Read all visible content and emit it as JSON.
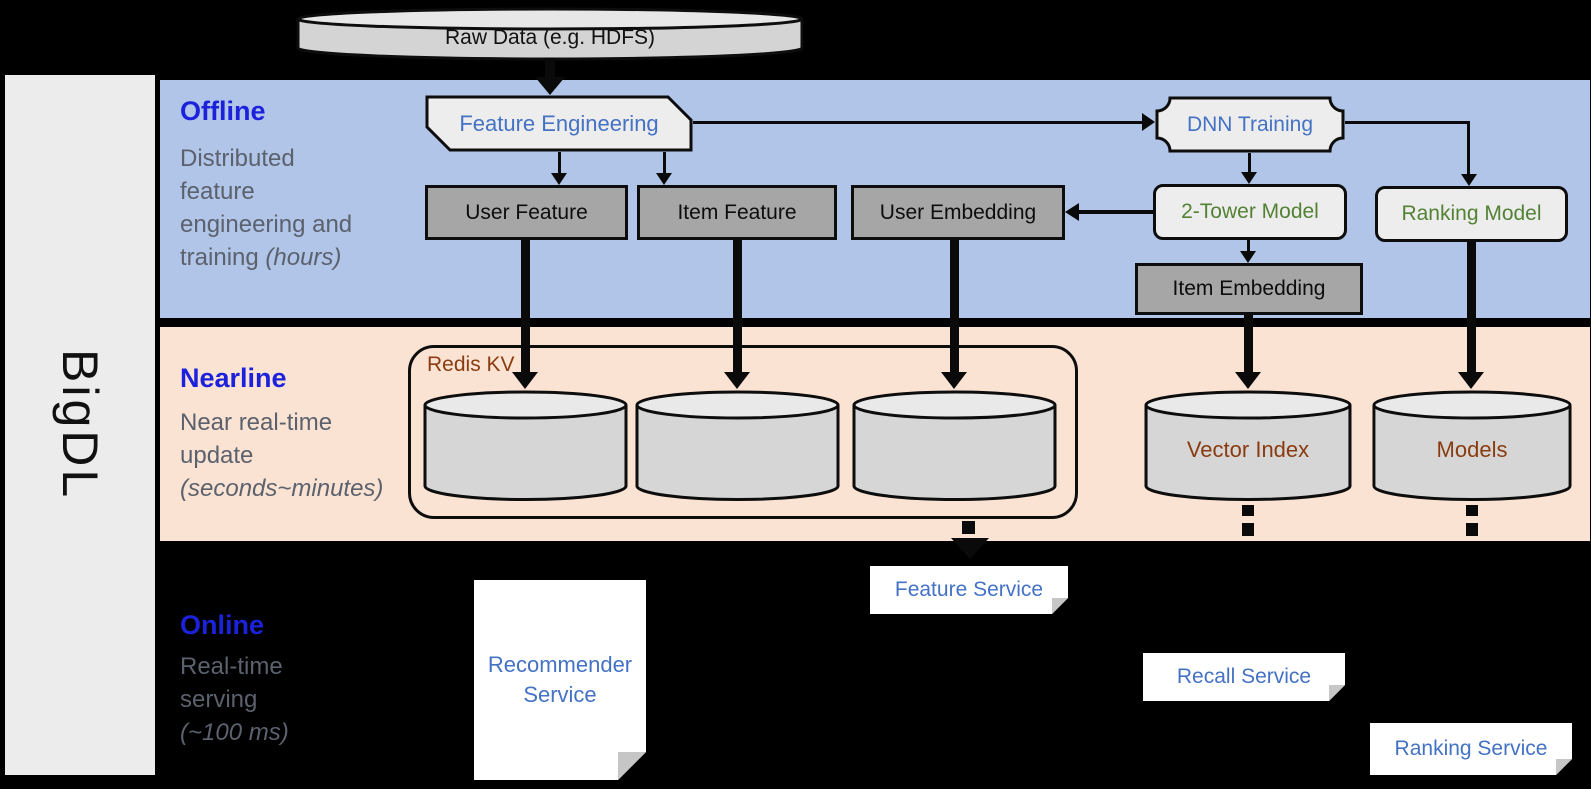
{
  "colors": {
    "band_offline": "#b1c5e8",
    "band_nearline": "#fbe3d4",
    "online_background": "#000000",
    "sidebar_gray": "#ececec",
    "node_gray": "#a6a6a6",
    "node_light": "#ededed",
    "accent_blue": "#4472c4",
    "title_blue": "#1c22dc",
    "green": "#548235",
    "brown": "#8a3c10",
    "desc_gray": "#5b616d"
  },
  "sidebar": {
    "brand": "BigDL"
  },
  "offline": {
    "title": "Offline",
    "line1": "Distributed",
    "line2": "feature",
    "line3": "engineering and",
    "line4": "training",
    "line4_italic": "(hours)"
  },
  "nearline": {
    "title": "Nearline",
    "line1": "Near real-time",
    "line2": "update",
    "line3_italic": "(seconds~minutes)"
  },
  "online": {
    "title": "Online",
    "line1": "Real-time",
    "line2": "serving",
    "line3_italic": "(~100 ms)"
  },
  "nodes": {
    "raw_data": "Raw Data (e.g. HDFS)",
    "feature_engineering": "Feature Engineering",
    "dnn_training": "DNN Training",
    "user_feature": "User Feature",
    "item_feature": "Item Feature",
    "user_embedding": "User Embedding",
    "two_tower_model": "2-Tower Model",
    "ranking_model": "Ranking Model",
    "item_embedding": "Item Embedding",
    "redis_kv": "Redis KV",
    "vector_index": "Vector Index",
    "models": "Models",
    "recommender_service": "Recommender Service",
    "feature_service": "Feature Service",
    "recall_service": "Recall Service",
    "ranking_service": "Ranking Service"
  }
}
